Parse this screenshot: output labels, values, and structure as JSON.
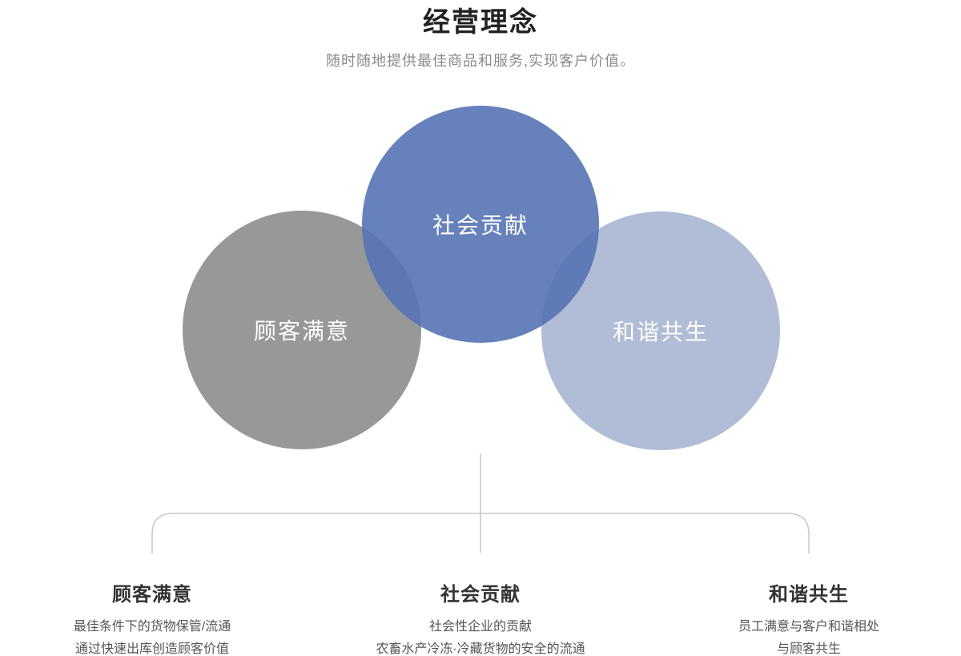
{
  "page": {
    "title": "经营理念",
    "subtitle": "随时随地提供最佳商品和服务,实现客户价值。"
  },
  "colors": {
    "circle_left": "#949494",
    "circle_center": "#5573b4",
    "circle_right": "#aebad5",
    "connector_line": "#c9c9c9",
    "heading_text": "#333333",
    "body_text": "#555555"
  },
  "circles": [
    {
      "label": "顾客满意",
      "color": "#949494",
      "position": "left"
    },
    {
      "label": "社会贡献",
      "color": "#5573b4",
      "position": "center"
    },
    {
      "label": "和谐共生",
      "color": "#aebad5",
      "position": "right"
    }
  ],
  "sections": [
    {
      "heading": "顾客满意",
      "lines": [
        "最佳条件下的货物保管/流通",
        "通过快速出库创造顾客价值"
      ]
    },
    {
      "heading": "社会贡献",
      "lines": [
        "社会性企业的贡献",
        "农畜水产冷冻·冷藏货物的安全的流通"
      ]
    },
    {
      "heading": "和谐共生",
      "lines": [
        "员工满意与客户和谐相处",
        "与顾客共生"
      ]
    }
  ]
}
